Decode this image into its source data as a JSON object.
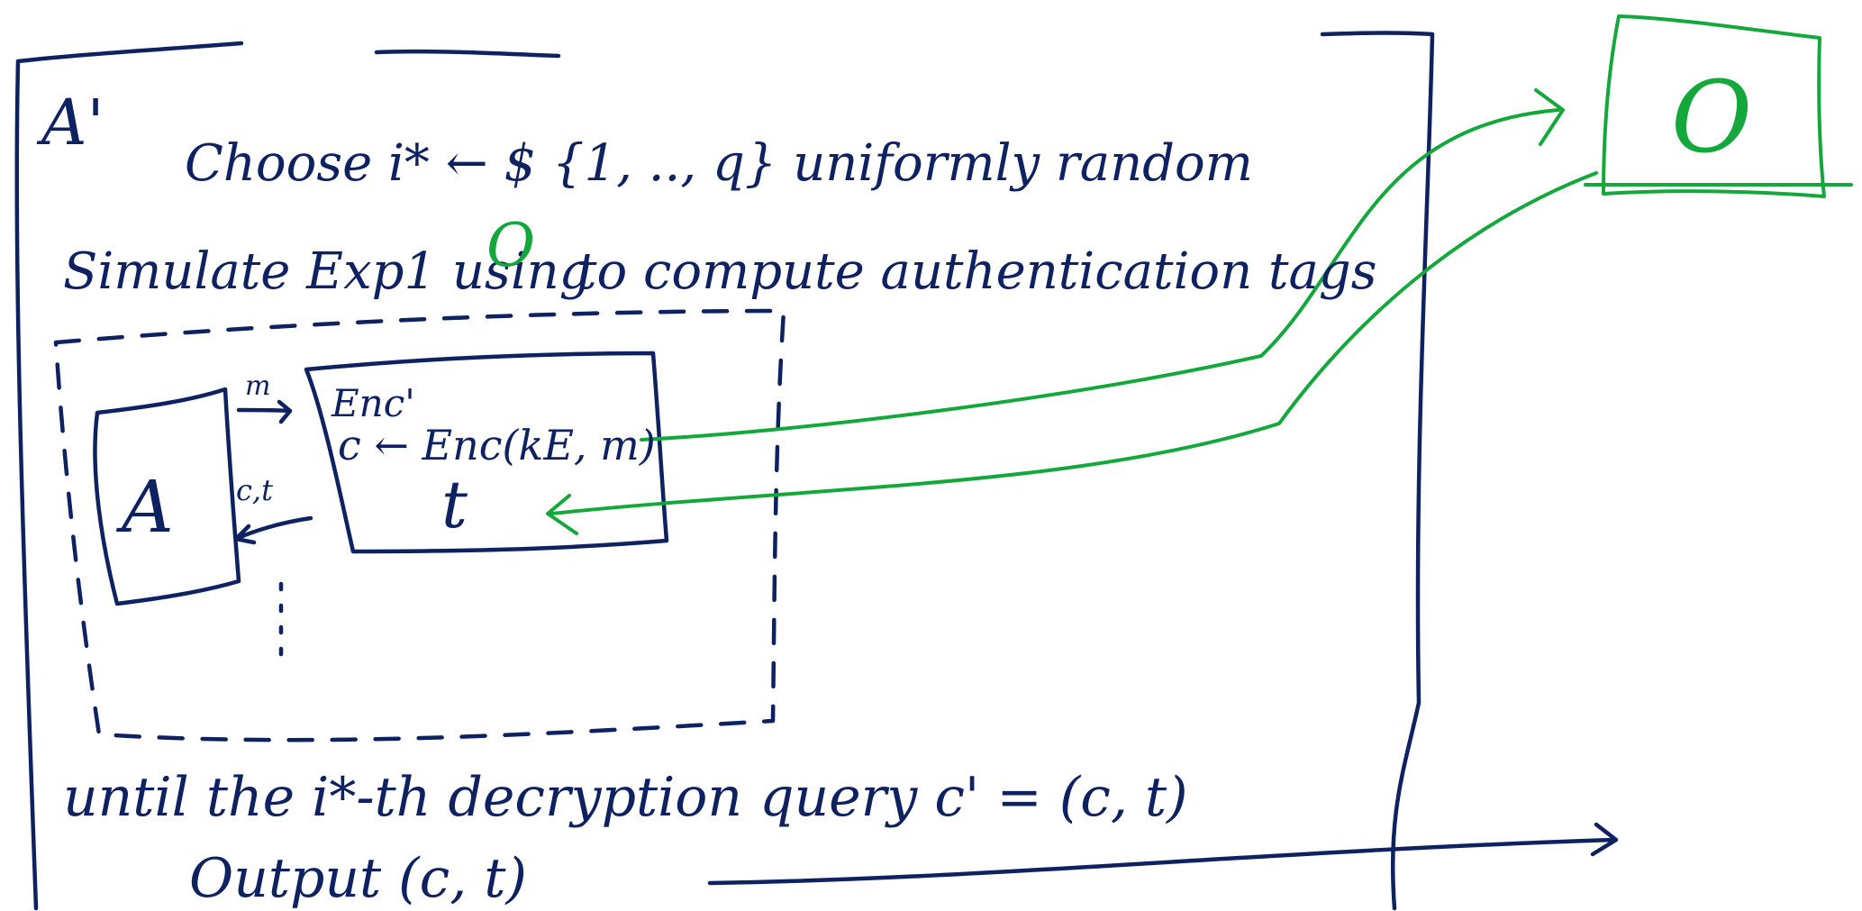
{
  "colors": {
    "ink": "#0e2160",
    "oracle": "#14a83c",
    "background": "#ffffff"
  },
  "diagram": {
    "reduction_label": "A'",
    "line1_choose": "Choose i* ← $ {1, .., q} uniformly random",
    "line2_simulate": "Simulate Exp1 using",
    "line2_oracle_symbol": "O",
    "line2_rest": "to compute authentication tags",
    "adversary_label": "A",
    "query_label": "m",
    "response_label": "c,t",
    "enc_title": "Enc'",
    "enc_line": "c ← Enc(kE, m)",
    "tag_symbol": "t",
    "oracle_symbol": "O",
    "line3_until": "until the i*-th decryption query   c' = (c, t)",
    "line4_output": "Output (c, t)"
  }
}
